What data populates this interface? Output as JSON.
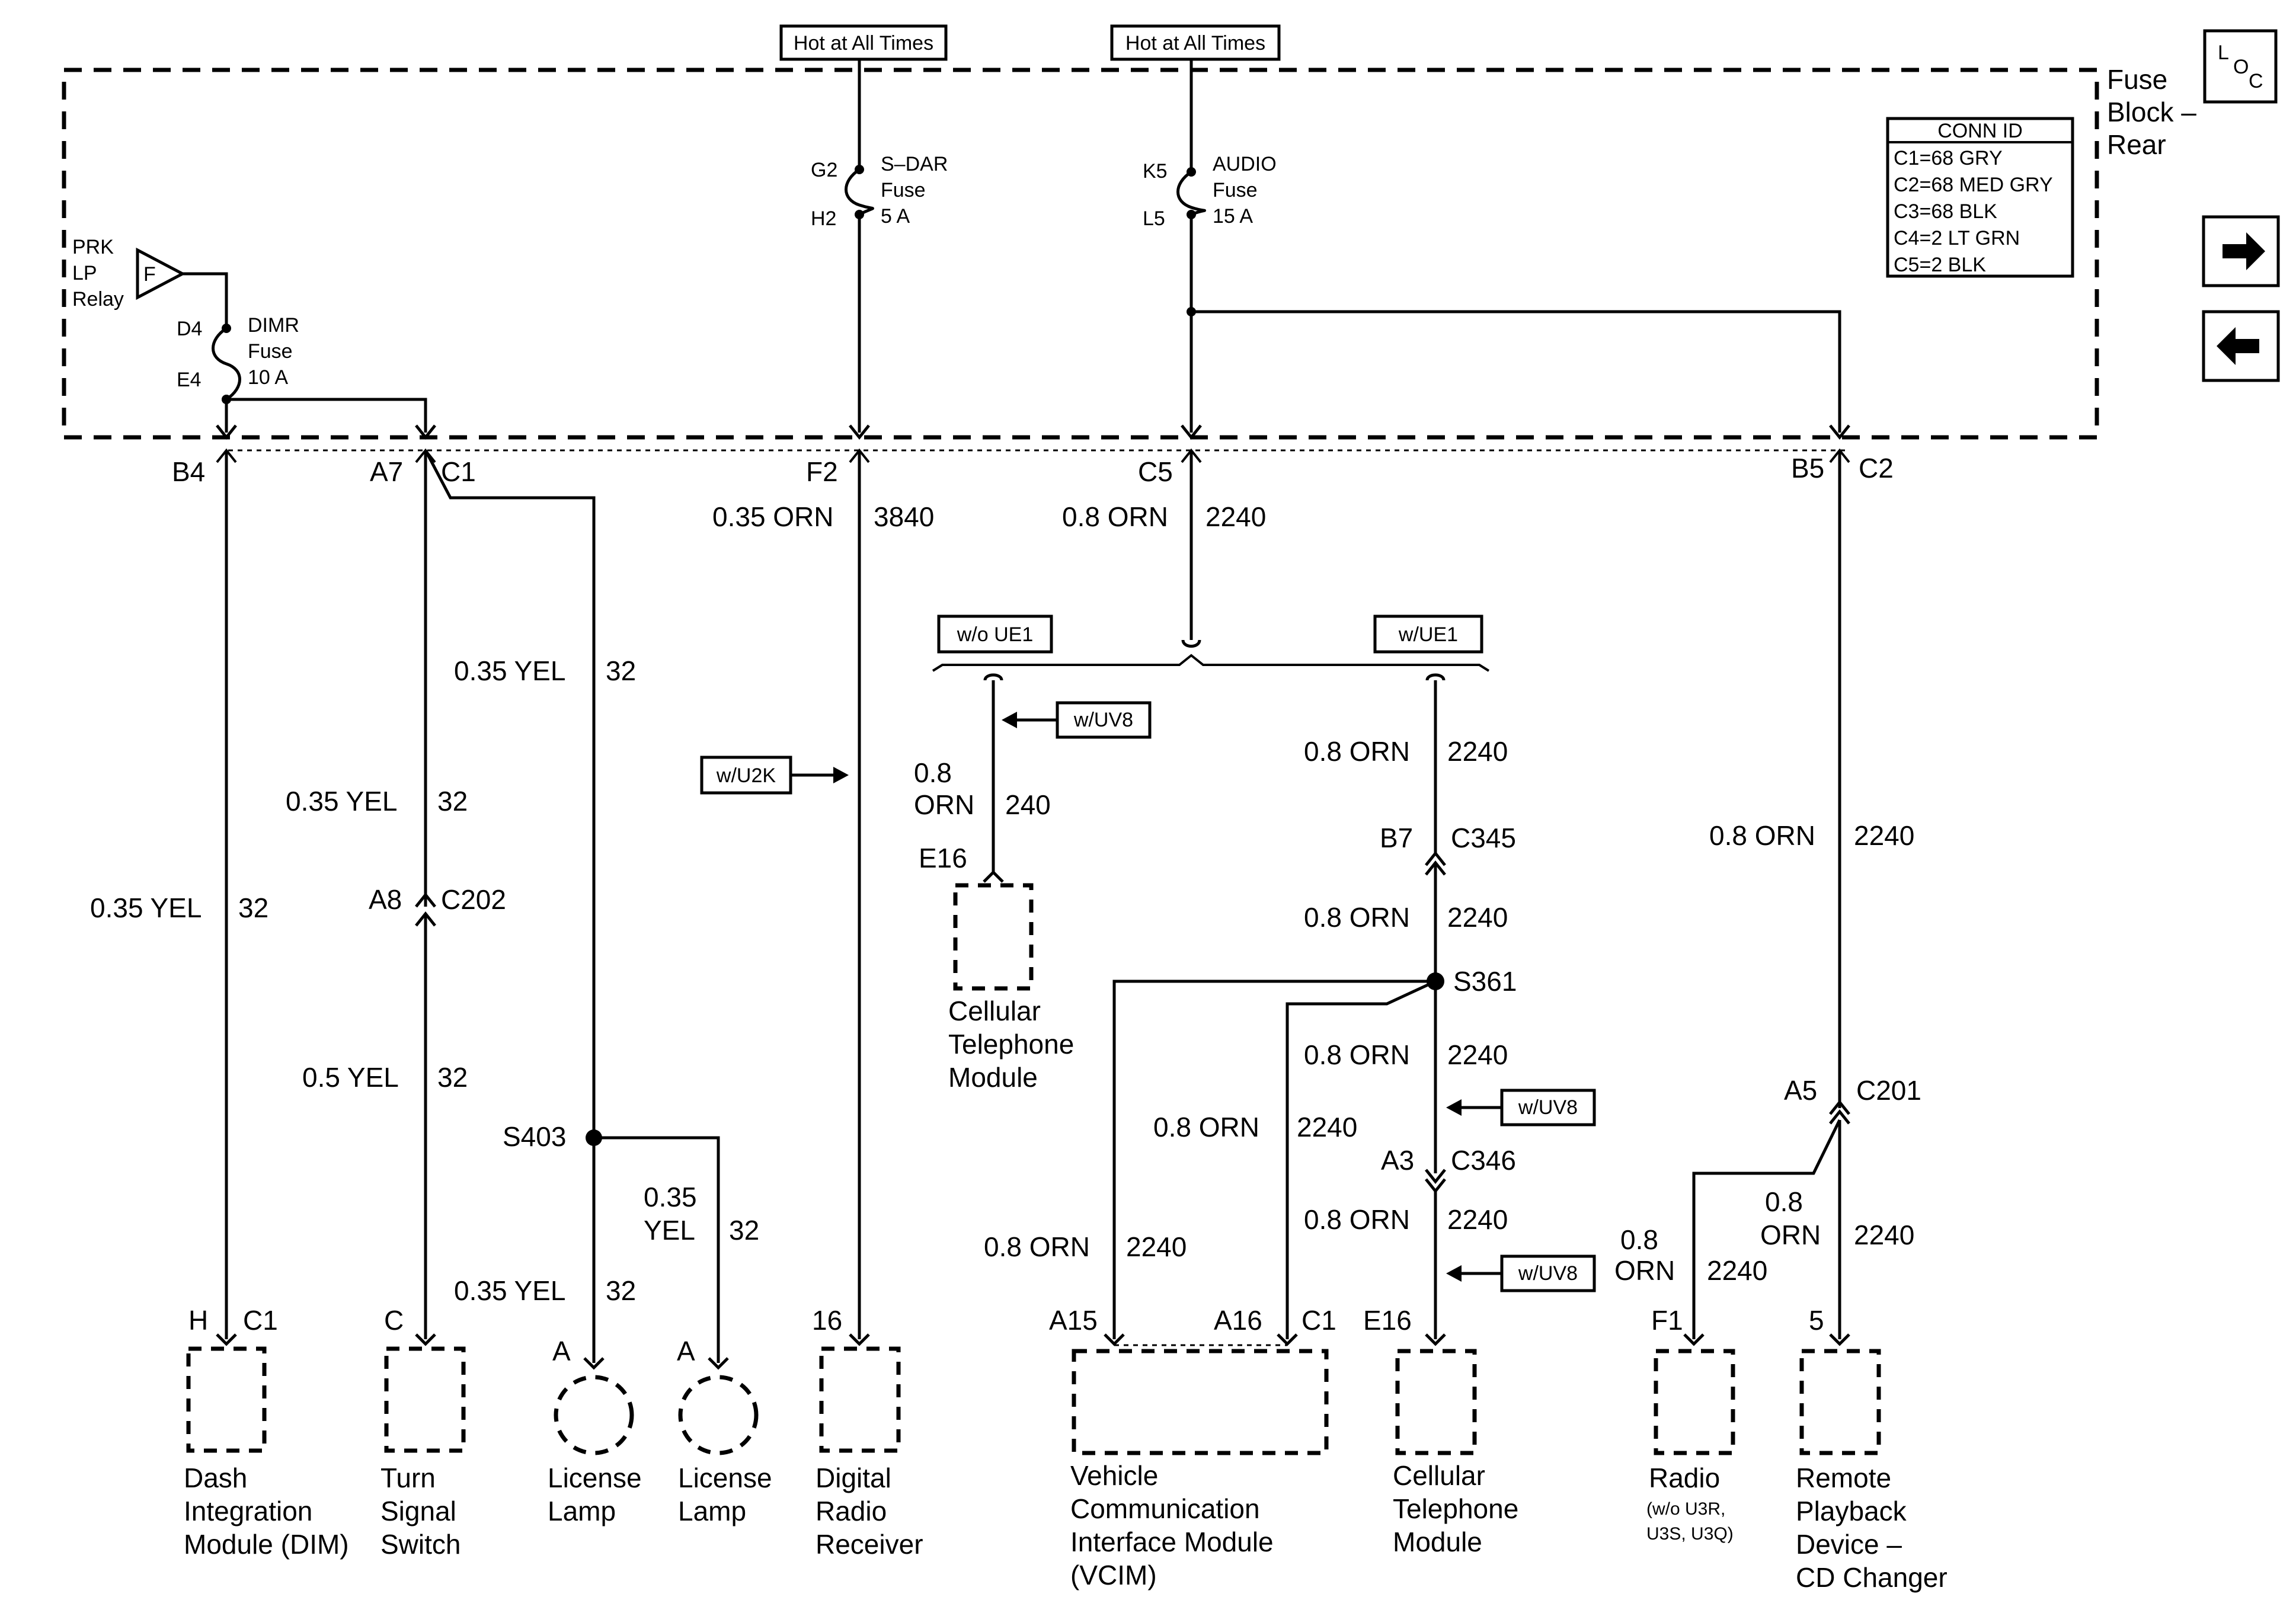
{
  "hot_labels": [
    "Hot at All Times",
    "Hot at All Times"
  ],
  "fuse_block": {
    "title_line1": "Fuse",
    "title_line2": "Block –",
    "title_line3": "Rear"
  },
  "loc_icon": {
    "l": "L",
    "o": "O",
    "c": "C"
  },
  "nav": {
    "forward_icon": "arrow-right-icon",
    "back_icon": "arrow-left-icon"
  },
  "conn_id": {
    "title": "CONN ID",
    "rows": [
      "C1=68 GRY",
      "C2=68 MED GRY",
      "C3=68 BLK",
      "C4=2 LT GRN",
      "C5=2 BLK"
    ]
  },
  "relay": {
    "line1": "PRK",
    "line2": "LP",
    "line3": "Relay",
    "symbol": "F"
  },
  "fuses": {
    "dimr": {
      "top_pin": "D4",
      "bottom_pin": "E4",
      "name": "DIMR",
      "word": "Fuse",
      "rating": "10 A"
    },
    "sdar": {
      "top_pin": "G2",
      "bottom_pin": "H2",
      "name": "S–DAR",
      "word": "Fuse",
      "rating": "5 A"
    },
    "audio": {
      "top_pin": "K5",
      "bottom_pin": "L5",
      "name": "AUDIO",
      "word": "Fuse",
      "rating": "15 A"
    }
  },
  "connectors": {
    "b4": "B4",
    "a7": "A7",
    "c1_top": "C1",
    "f2": "F2",
    "c5": "C5",
    "b5": "B5",
    "c2": "C2",
    "a8": "A8",
    "c202": "C202",
    "b7": "B7",
    "c345": "C345",
    "a3": "A3",
    "c346": "C346",
    "a5": "A5",
    "c201": "C201"
  },
  "splices": {
    "s403": "S403",
    "s361": "S361"
  },
  "options": {
    "wo_ue1": "w/o UE1",
    "w_ue1": "w/UE1",
    "w_u2k": "w/U2K",
    "w_uv8_a": "w/UV8",
    "w_uv8_b": "w/UV8",
    "w_uv8_c": "w/UV8"
  },
  "wires": {
    "dim_gauge": "0.35 YEL",
    "dim_circuit": "32",
    "turn1_gauge": "0.35 YEL",
    "turn1_circuit": "32",
    "turn2_gauge": "0.5 YEL",
    "turn2_circuit": "32",
    "lic_gauge": "0.35 YEL",
    "lic_circuit": "32",
    "lic1_gauge": "0.35 YEL",
    "lic1_circuit": "32",
    "lic2_gauge_a": "0.35",
    "lic2_gauge_b": "YEL",
    "lic2_circuit": "32",
    "drr_gauge": "0.35 ORN",
    "drr_circuit": "3840",
    "c5_gauge": "0.8 ORN",
    "c5_circuit": "2240",
    "cell1_gauge_a": "0.8",
    "cell1_gauge_b": "ORN",
    "cell1_circuit": "240",
    "ue1_gauge": "0.8 ORN",
    "ue1_circuit": "2240",
    "c345_gauge": "0.8 ORN",
    "c345_circuit": "2240",
    "s361_gauge": "0.8 ORN",
    "s361_circuit": "2240",
    "a16_gauge": "0.8 ORN",
    "a16_circuit": "2240",
    "a15_gauge": "0.8 ORN",
    "a15_circuit": "2240",
    "c346_gauge": "0.8 ORN",
    "c346_circuit": "2240",
    "b5_gauge": "0.8 ORN",
    "b5_circuit": "2240",
    "radio_gauge_a": "0.8",
    "radio_gauge_b": "ORN",
    "radio_circuit": "2240",
    "cd_gauge_a": "0.8",
    "cd_gauge_b": "ORN",
    "cd_circuit": "2240"
  },
  "components": {
    "dim": {
      "pin": "H",
      "conn": "C1",
      "line1": "Dash",
      "line2": "Integration",
      "line3": "Module (DIM)"
    },
    "turn": {
      "pin": "C",
      "line1": "Turn",
      "line2": "Signal",
      "line3": "Switch"
    },
    "lamp1": {
      "pin": "A",
      "line1": "License",
      "line2": "Lamp"
    },
    "lamp2": {
      "pin": "A",
      "line1": "License",
      "line2": "Lamp"
    },
    "drr": {
      "pin": "16",
      "line1": "Digital",
      "line2": "Radio",
      "line3": "Receiver"
    },
    "cell_top": {
      "pin": "E16",
      "line1": "Cellular",
      "line2": "Telephone",
      "line3": "Module"
    },
    "vcim": {
      "pin_a15": "A15",
      "pin_a16": "A16",
      "conn": "C1",
      "line1": "Vehicle",
      "line2": "Communication",
      "line3": "Interface Module",
      "line4": "(VCIM)"
    },
    "cell_bottom": {
      "pin": "E16",
      "line1": "Cellular",
      "line2": "Telephone",
      "line3": "Module"
    },
    "radio": {
      "pin": "F1",
      "line1": "Radio",
      "line2": "(w/o U3R,",
      "line3": "U3S, U3Q)"
    },
    "cd": {
      "pin": "5",
      "line1": "Remote",
      "line2": "Playback",
      "line3": "Device –",
      "line4": "CD Changer"
    }
  }
}
